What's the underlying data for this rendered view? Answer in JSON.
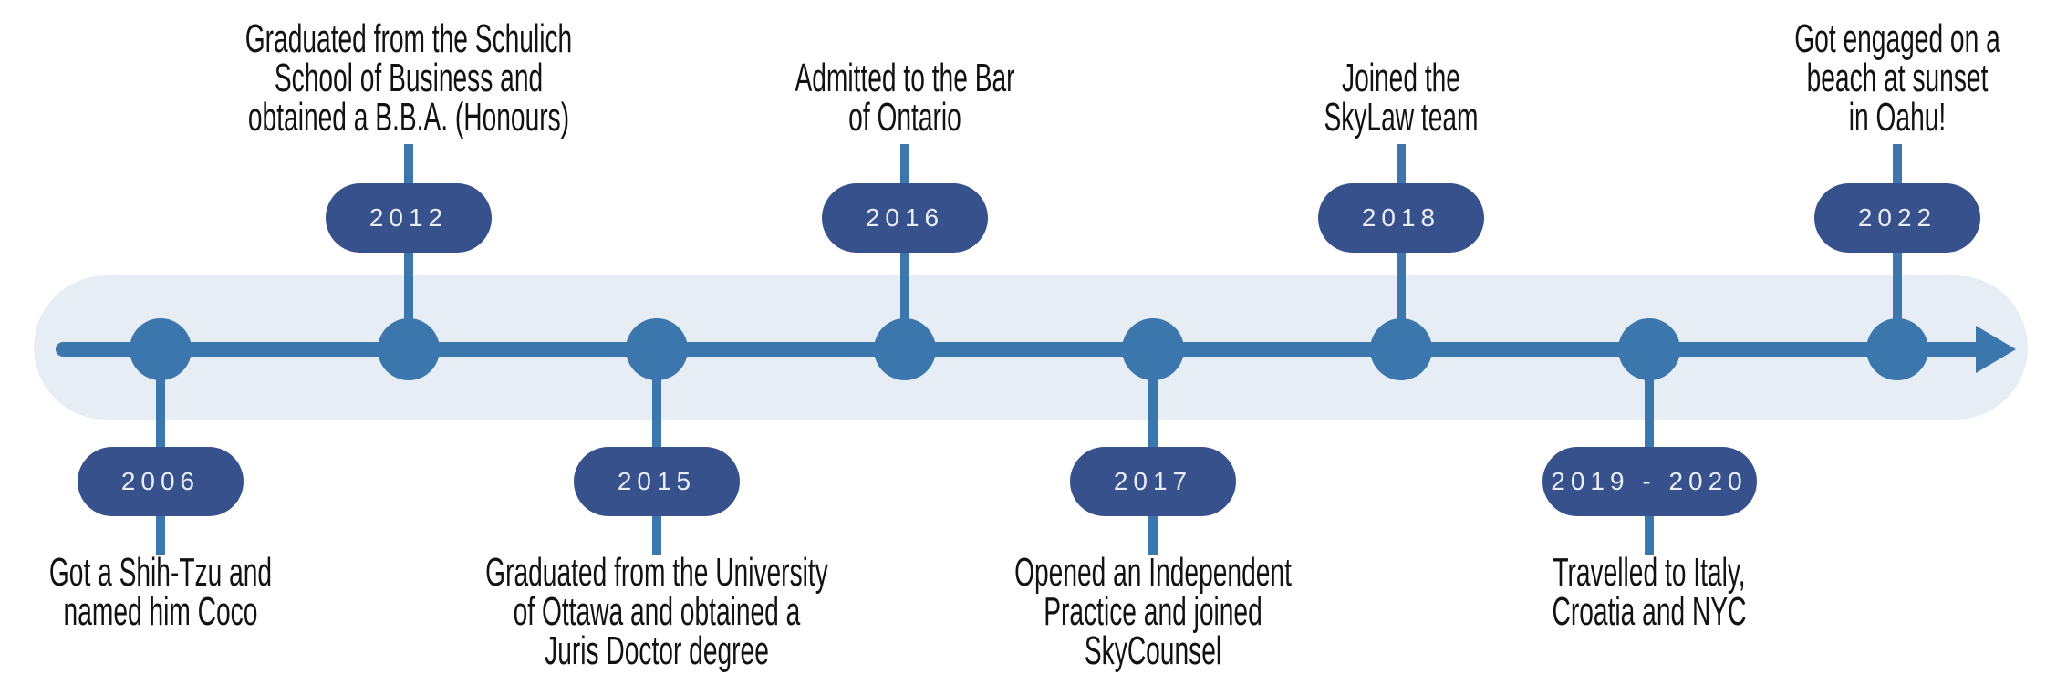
{
  "colors": {
    "accent_blue": "#3b76ad",
    "pill_navy": "#36518c",
    "band_light_blue": "#e7edf5",
    "pill_text": "#e9edf4",
    "description_text": "#121212",
    "background": "#ffffff"
  },
  "timeline": {
    "direction": "left-to-right-arrow",
    "events": [
      {
        "year": "2006",
        "side": "below",
        "description": "Got a Shih-Tzu and\nnamed him Coco"
      },
      {
        "year": "2012",
        "side": "above",
        "description": "Graduated from the Schulich\nSchool of Business and\nobtained a B.B.A. (Honours)"
      },
      {
        "year": "2015",
        "side": "below",
        "description": "Graduated from the University\nof Ottawa and obtained a\nJuris Doctor degree"
      },
      {
        "year": "2016",
        "side": "above",
        "description": "Admitted to the Bar\nof Ontario"
      },
      {
        "year": "2017",
        "side": "below",
        "description": "Opened an Independent\nPractice and joined\nSkyCounsel"
      },
      {
        "year": "2018",
        "side": "above",
        "description": "Joined the\nSkyLaw team"
      },
      {
        "year": "2019 - 2020",
        "side": "below",
        "description": "Travelled to Italy,\nCroatia and NYC"
      },
      {
        "year": "2022",
        "side": "above",
        "description": "Got engaged on a\nbeach at sunset\nin Oahu!"
      }
    ]
  }
}
